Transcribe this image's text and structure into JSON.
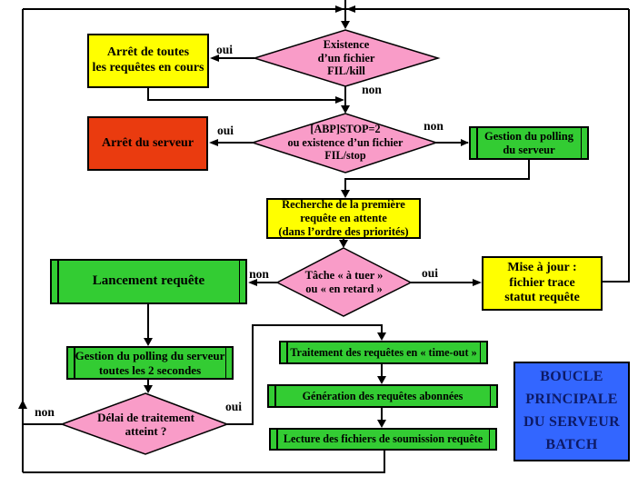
{
  "palette": {
    "yellow": "#FFFF00",
    "pink": "#F99CC8",
    "green": "#33CC33",
    "red": "#EA3B0F",
    "blue": "#3366FF",
    "blue_text": "#0D1A66",
    "line": "#000000"
  },
  "diagram": {
    "nodes": {
      "kill_check": {
        "shape": "diamond",
        "label": "Existence\nd’un fichier\nFIL/kill"
      },
      "stop_all_requests": {
        "shape": "rect",
        "label": "Arrêt de toutes\nles requêtes en cours"
      },
      "server_stop": {
        "shape": "rect",
        "label": "Arrêt du serveur"
      },
      "stop_check": {
        "shape": "diamond",
        "label": "[ABP]STOP=2\nou existence d’un fichier\nFIL/stop"
      },
      "polling_server": {
        "shape": "process",
        "label": "Gestion du polling\ndu serveur"
      },
      "search_request": {
        "shape": "rect",
        "label": "Recherche de la première\nrequête en attente\n(dans l’ordre des priorités)"
      },
      "task_check": {
        "shape": "diamond",
        "label": "Tâche « à tuer »\nou « en retard »"
      },
      "launch_request": {
        "shape": "process",
        "label": "Lancement requête"
      },
      "update_trace": {
        "shape": "rect",
        "label": "Mise à jour :\nfichier trace\nstatut requête"
      },
      "polling_2s": {
        "shape": "process",
        "label": "Gestion du polling du serveur\ntoutes les 2 secondes"
      },
      "delay_check": {
        "shape": "diamond",
        "label": "Délai de traitement\natteint ?"
      },
      "timeout_processing": {
        "shape": "process",
        "label": "Traitement des requêtes en « time-out »"
      },
      "subscribed_requests": {
        "shape": "process",
        "label": "Génération des requêtes abonnées"
      },
      "submission_files": {
        "shape": "process",
        "label": "Lecture des fichiers de soumission requête"
      },
      "main_loop_title": {
        "shape": "rect",
        "label": "BOUCLE\nPRINCIPALE\nDU SERVEUR\nBATCH"
      }
    },
    "edge_labels": {
      "kill_oui": "oui",
      "kill_non": "non",
      "stop_oui": "oui",
      "stop_non": "non",
      "task_non": "non",
      "task_oui": "oui",
      "delay_non": "non",
      "delay_oui": "oui"
    }
  }
}
